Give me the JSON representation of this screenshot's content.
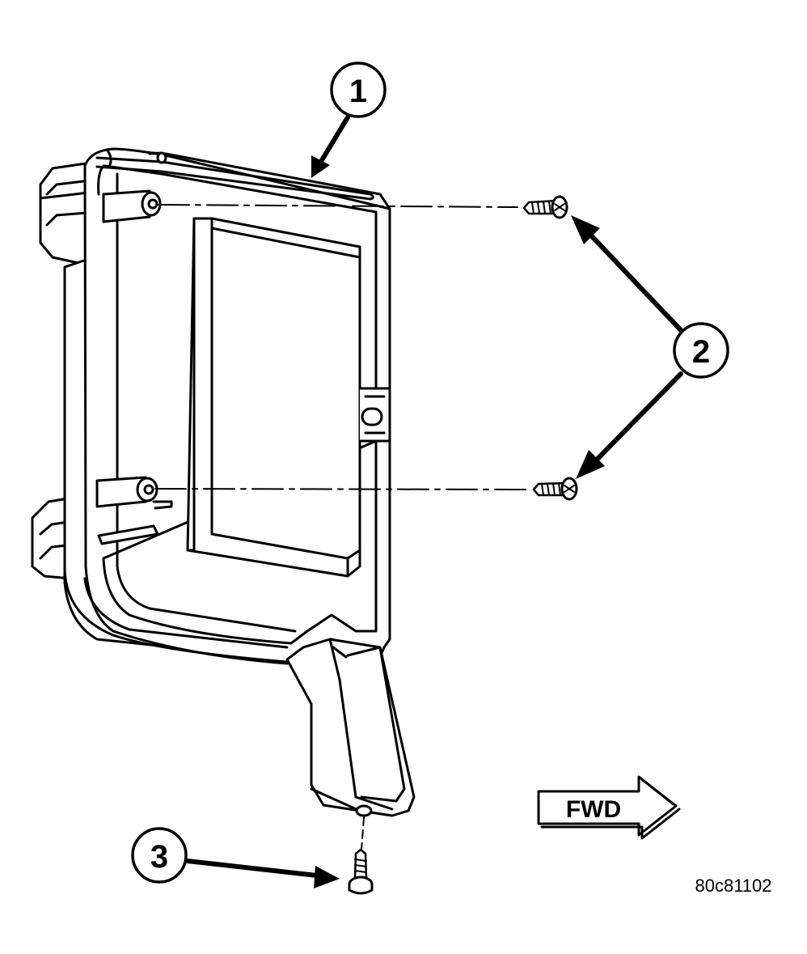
{
  "callouts": [
    {
      "id": "callout-1",
      "label": "1"
    },
    {
      "id": "callout-2",
      "label": "2"
    },
    {
      "id": "callout-3",
      "label": "3"
    }
  ],
  "direction_arrow": {
    "label": "FWD"
  },
  "figure_id": "80c81102",
  "colors": {
    "line": "#000000",
    "background": "#ffffff"
  }
}
